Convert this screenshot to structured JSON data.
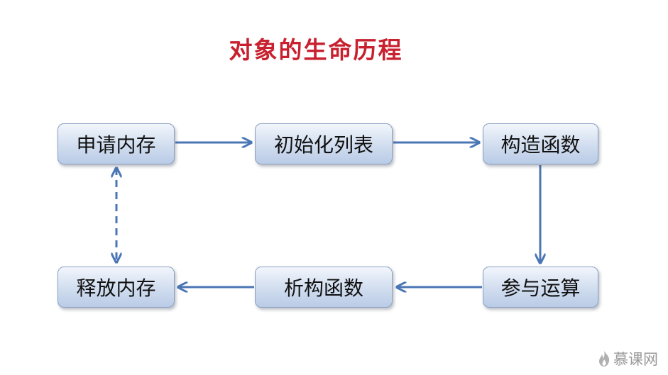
{
  "title": "对象的生命历程",
  "nodes": {
    "allocate": "申请内存",
    "init_list": "初始化列表",
    "constructor": "构造函数",
    "compute": "参与运算",
    "destructor": "析构函数",
    "release": "释放内存"
  },
  "watermark": "慕课网",
  "colors": {
    "title": "#c8202f",
    "arrow": "#4a76b4",
    "node_fill": "#c9d7ec"
  }
}
